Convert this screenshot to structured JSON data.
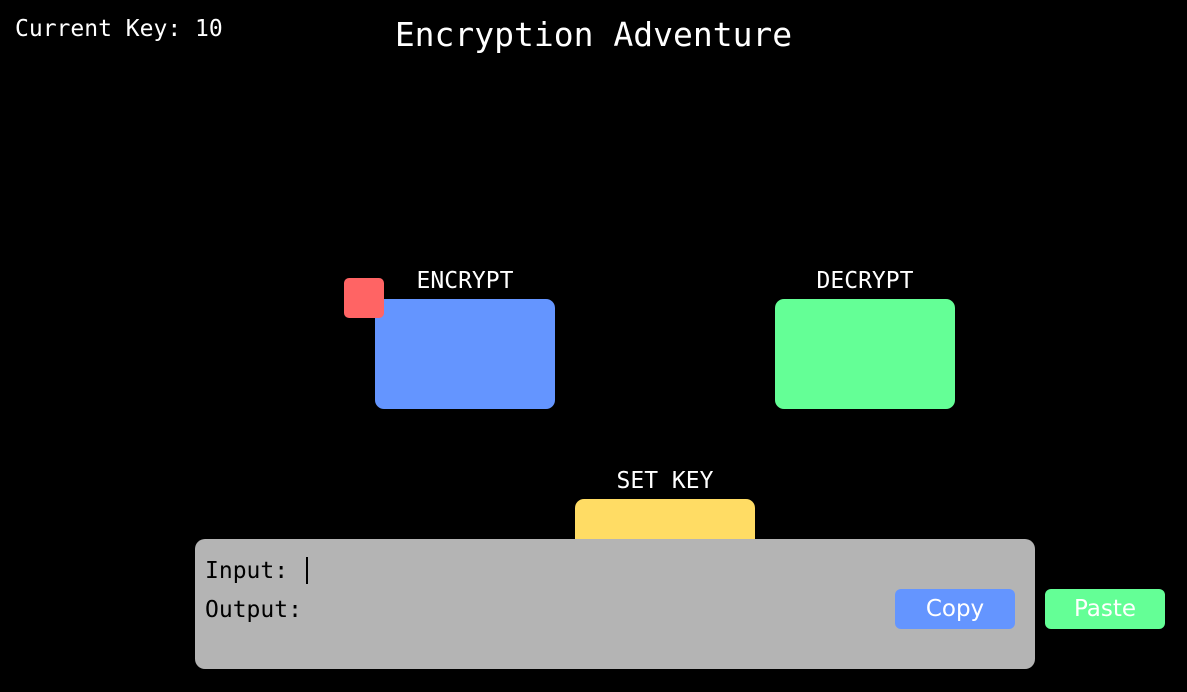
{
  "hud": {
    "current_key_label": "Current Key:",
    "current_key_value": "10"
  },
  "title": "Encryption Adventure",
  "zones": {
    "encrypt": {
      "label": "ENCRYPT",
      "color": "#6495ff"
    },
    "decrypt": {
      "label": "DECRYPT",
      "color": "#64ff96"
    },
    "set_key": {
      "label": "SET KEY",
      "color": "#ffdc64"
    }
  },
  "player": {
    "color": "#ff6464"
  },
  "io_panel": {
    "background": "#b4b4b4",
    "input_label": "Input:",
    "input_value": "",
    "output_label": "Output:",
    "output_value": ""
  },
  "buttons": {
    "copy": {
      "label": "Copy",
      "color": "#6495ff"
    },
    "paste": {
      "label": "Paste",
      "color": "#64ff96"
    }
  },
  "colors": {
    "background": "#000000",
    "text": "#ffffff"
  }
}
